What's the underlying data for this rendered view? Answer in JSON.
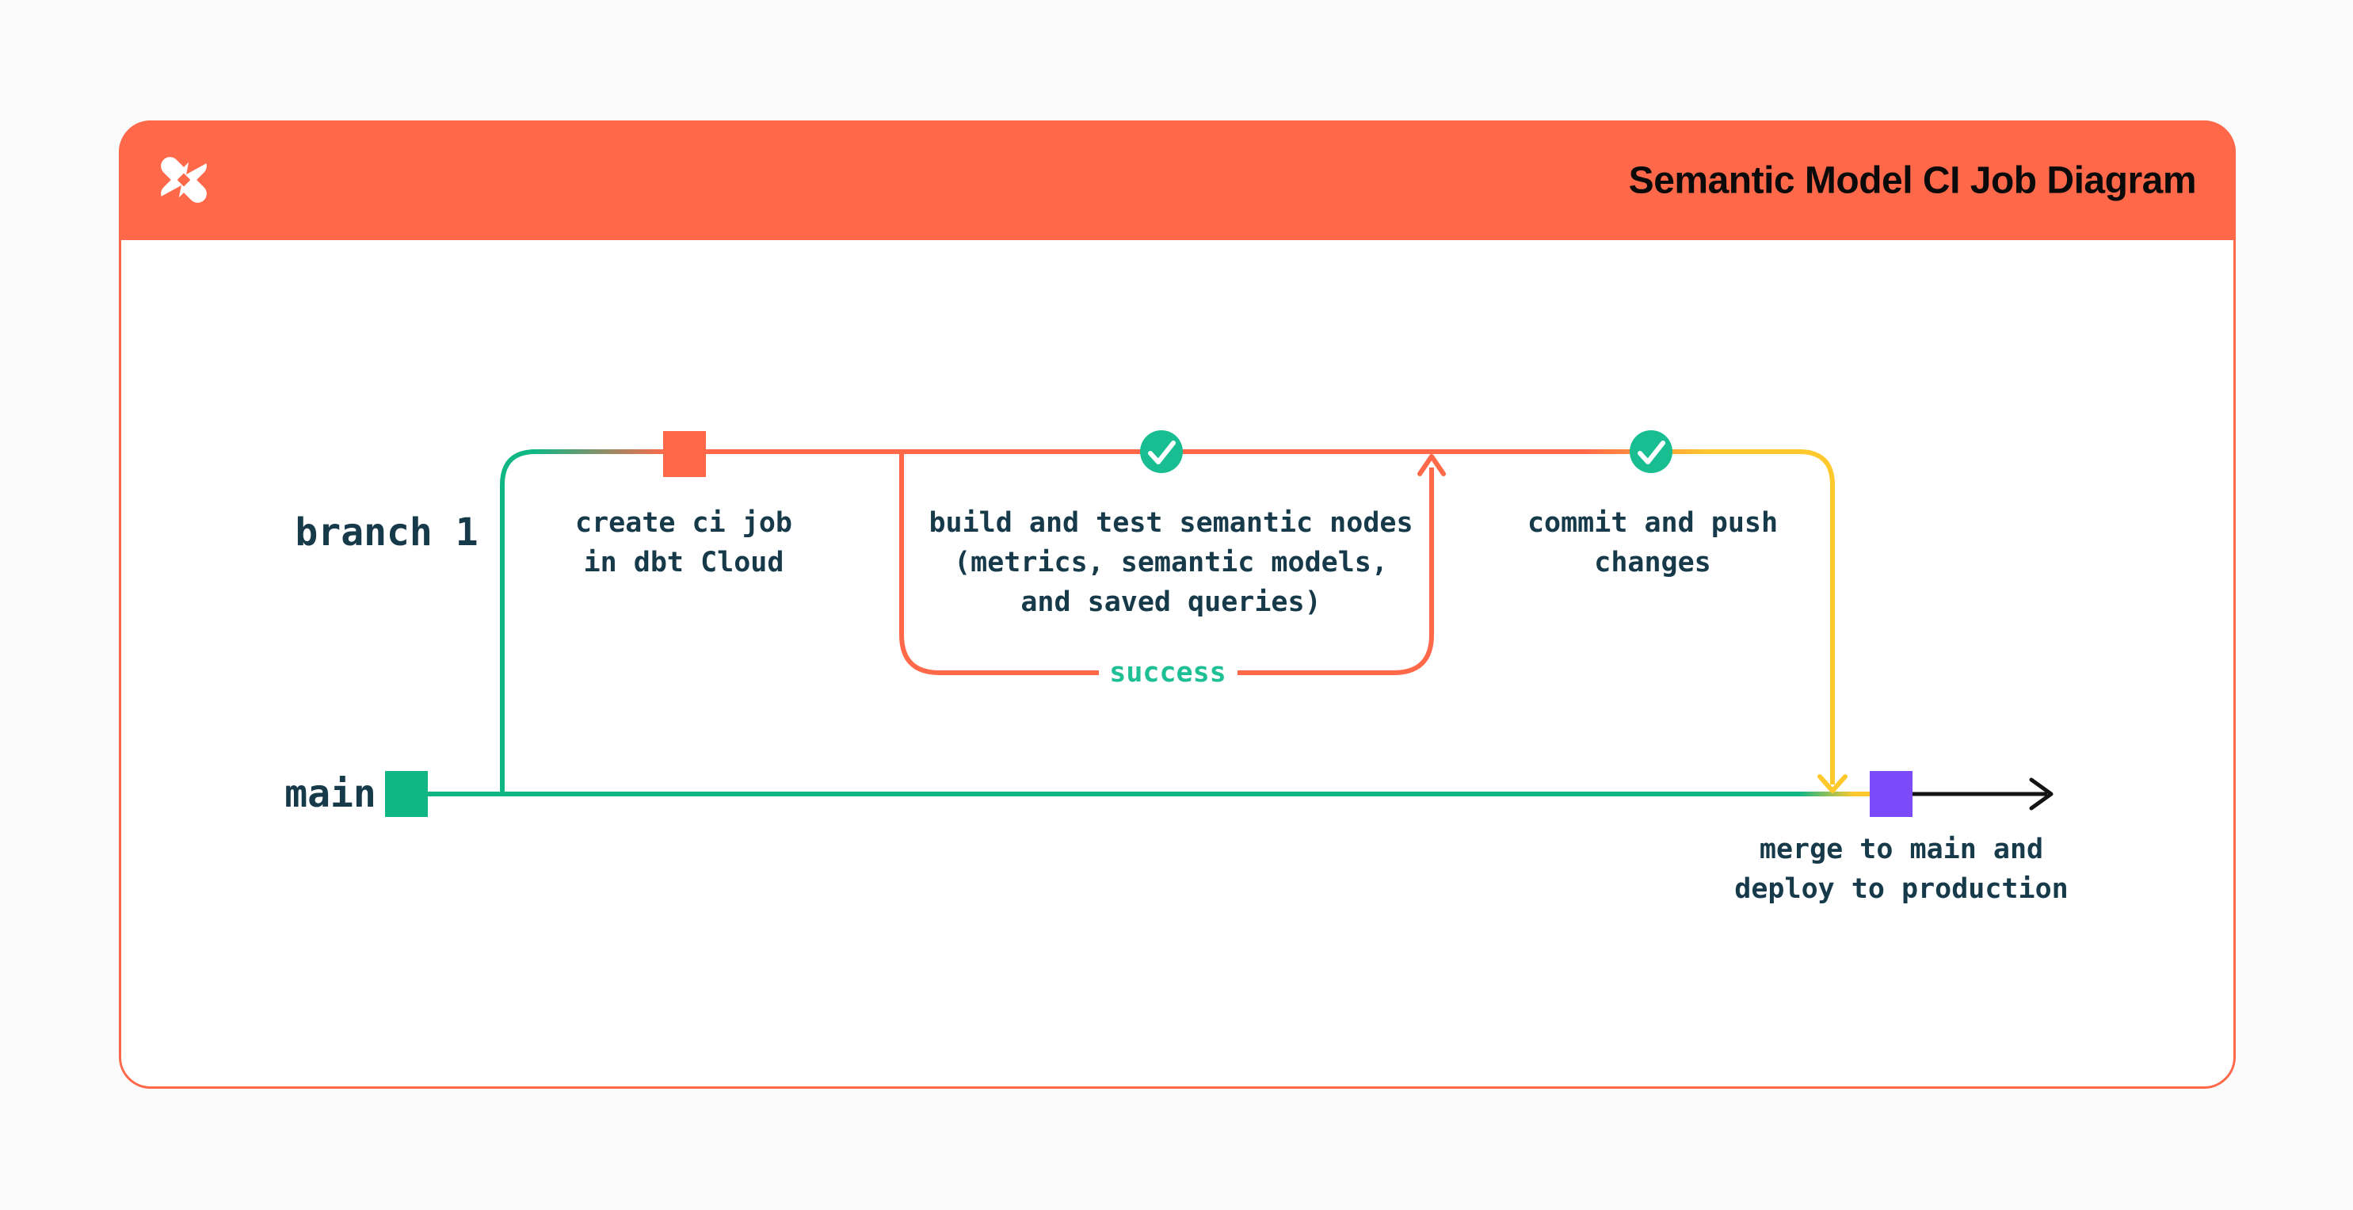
{
  "header": {
    "title": "Semantic Model CI Job Diagram",
    "logo": "dbt-logo"
  },
  "diagram": {
    "branch_label": "branch 1",
    "main_label": "main",
    "create_ci_job": {
      "lines": [
        "create ci job",
        "in dbt Cloud"
      ]
    },
    "build_and_test": {
      "lines": [
        "build and test semantic nodes",
        "(metrics, semantic models,",
        "and saved queries)"
      ],
      "loop_label": "success"
    },
    "commit_and_push": {
      "lines": [
        "commit and push",
        "changes"
      ]
    },
    "merge_to_main": {
      "lines": [
        "merge to main and",
        "deploy to production"
      ]
    },
    "icons": {
      "logo": "dbt-logo-icon",
      "status_success": "check-circle-icon",
      "loop_return": "arrow-up-icon",
      "merge_down": "arrow-down-icon",
      "continue_right": "arrow-right-icon"
    },
    "colors": {
      "orange": "#FF694A",
      "green": "#11B685",
      "green_bright": "#18BE92",
      "success_text": "#1EBF94",
      "yellow": "#FFC92E",
      "purple": "#7B4BF9",
      "ink": "#173A4B",
      "arrow_black": "#141414",
      "card_bg": "#FFFFFF",
      "page_bg": "#FBFBFC",
      "title_color": "#0A0A0A"
    }
  }
}
